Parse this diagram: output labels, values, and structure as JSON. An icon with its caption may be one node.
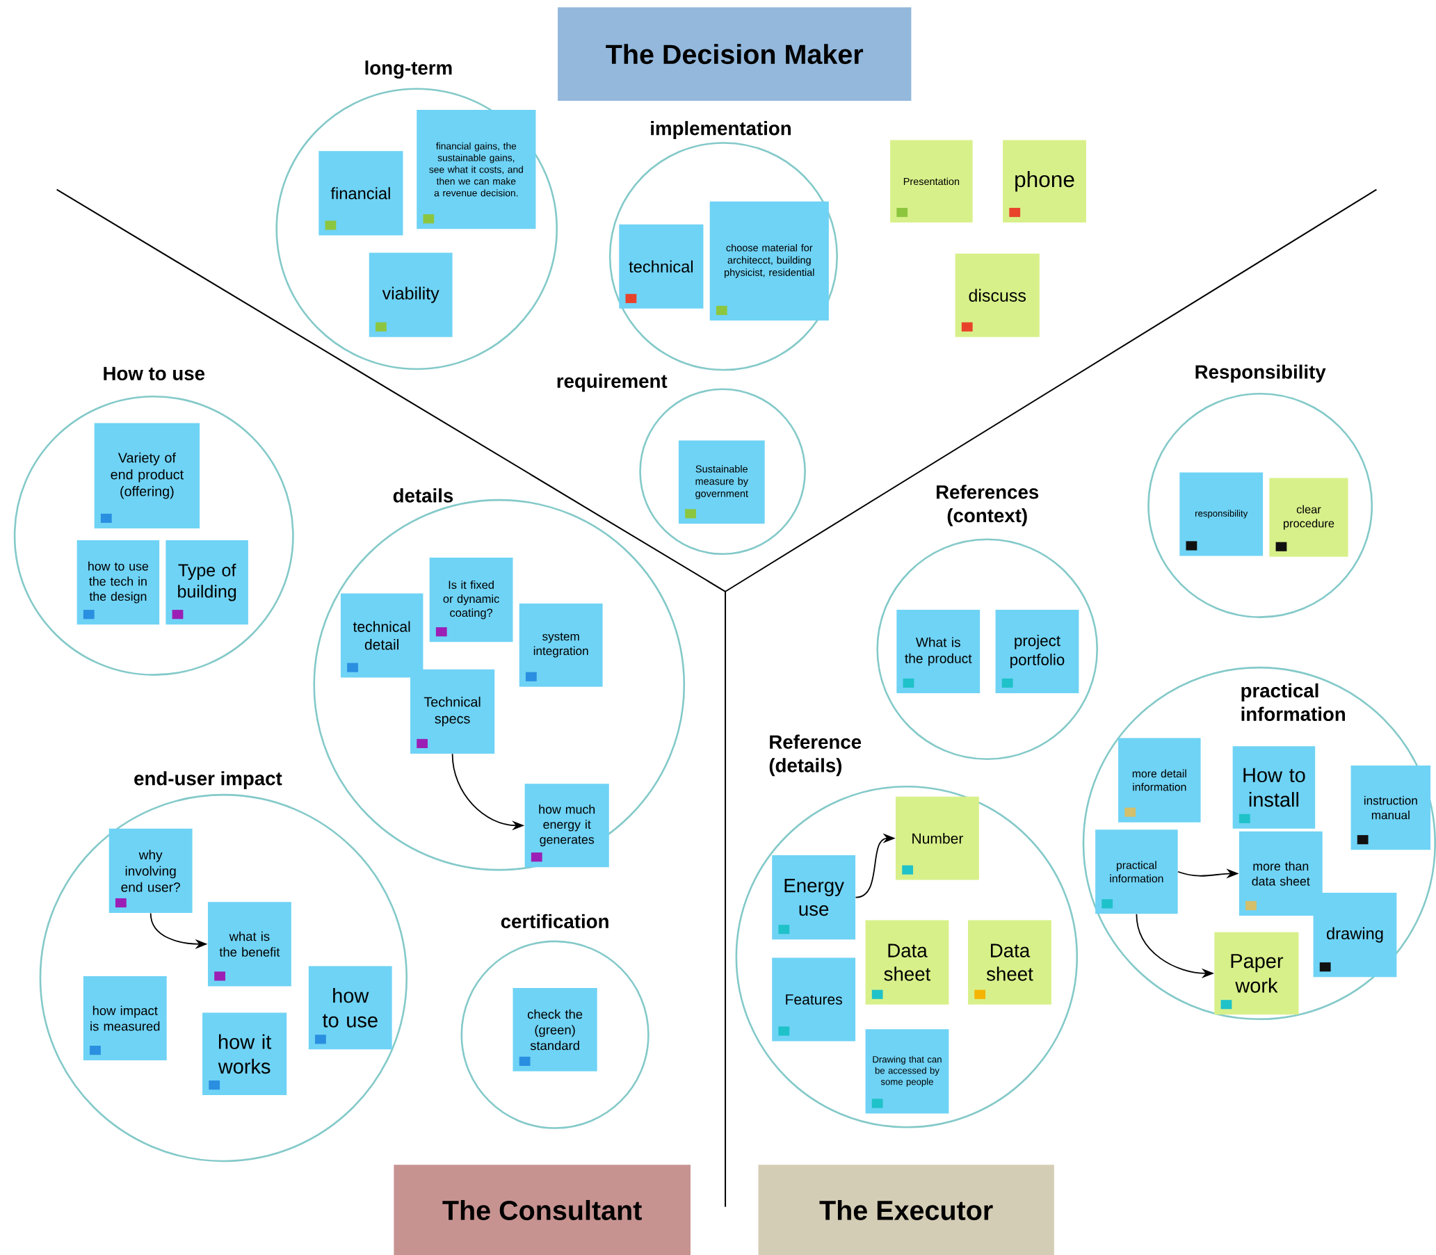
{
  "diagram": {
    "nodes": [
      {
        "text": [
          "The Decision Maker"
        ]
      },
      {
        "text": [
          "long-term"
        ]
      },
      {
        "text": [
          "financial"
        ],
        "in": 1
      },
      {
        "text": [
          "financial gains, the sustainable gains, see what it costs, and then we can make a revenue decision."
        ],
        "in": 1
      },
      {
        "text": [
          "viability"
        ],
        "in": 1
      },
      {
        "text": [
          "implementation"
        ]
      },
      {
        "text": [
          "technical"
        ],
        "in": 5
      },
      {
        "text": [
          "choose material for architecct, building physicist, residential"
        ],
        "in": 5
      },
      {
        "text": [
          "Presentation"
        ]
      },
      {
        "text": [
          "phone"
        ]
      },
      {
        "text": [
          "discuss"
        ]
      },
      {
        "text": [
          "How to use"
        ]
      },
      {
        "text": [
          "Variety of end product (offering)"
        ],
        "in": 11
      },
      {
        "text": [
          "how to use the tech in the design"
        ],
        "in": 11
      },
      {
        "text": [
          "Type of building"
        ],
        "in": 11
      },
      {
        "text": [
          "requirement"
        ]
      },
      {
        "text": [
          "Sustainable measure by government"
        ],
        "in": 15
      },
      {
        "text": [
          "Responsibility"
        ]
      },
      {
        "text": [
          "responsibility"
        ],
        "in": 17
      },
      {
        "text": [
          "clear procedure"
        ],
        "in": 17
      },
      {
        "text": [
          "details"
        ]
      },
      {
        "text": [
          "technical detail"
        ],
        "in": 20
      },
      {
        "text": [
          "Is it fixed or dynamic coating?"
        ],
        "in": 20
      },
      {
        "text": [
          "system integration"
        ],
        "in": 20
      },
      {
        "text": [
          "Technical specs"
        ],
        "in": 20
      },
      {
        "text": [
          "how much energy it generates"
        ],
        "in": 20
      },
      {
        "text": [
          "References (context)"
        ]
      },
      {
        "text": [
          "What is the product"
        ],
        "in": 26
      },
      {
        "text": [
          "project portfolio"
        ],
        "in": 26
      },
      {
        "text": [
          "practical information"
        ]
      },
      {
        "text": [
          "more detail information"
        ],
        "in": 29
      },
      {
        "text": [
          "How to install"
        ],
        "in": 29
      },
      {
        "text": [
          "instruction manual"
        ],
        "in": 29
      },
      {
        "text": [
          "practical information"
        ],
        "in": 29
      },
      {
        "text": [
          "more than data sheet"
        ],
        "in": 29
      },
      {
        "text": [
          "drawing"
        ],
        "in": 29
      },
      {
        "text": [
          "Paper work"
        ],
        "in": 29
      },
      {
        "text": [
          "Reference (details)"
        ]
      },
      {
        "text": [
          "Energy use"
        ],
        "in": 37
      },
      {
        "text": [
          "Number"
        ],
        "in": 37
      },
      {
        "text": [
          "Features"
        ],
        "in": 37
      },
      {
        "text": [
          "Data sheet"
        ],
        "in": 37
      },
      {
        "text": [
          "Data sheet"
        ],
        "in": 37
      },
      {
        "text": [
          "Drawing that can be accessed by some people"
        ],
        "in": 37
      },
      {
        "text": [
          "end-user impact"
        ]
      },
      {
        "text": [
          "why involving end user?"
        ],
        "in": 44
      },
      {
        "text": [
          "what is the benefit"
        ],
        "in": 44
      },
      {
        "text": [
          "how impact is measured"
        ],
        "in": 44
      },
      {
        "text": [
          "how it works"
        ],
        "in": 44
      },
      {
        "text": [
          "how to use"
        ],
        "in": 44
      },
      {
        "text": [
          "certification"
        ]
      },
      {
        "text": [
          "check the (green) standard"
        ],
        "in": 50
      },
      {
        "text": [
          "The Consultant"
        ]
      },
      {
        "text": [
          "The Executor"
        ]
      }
    ],
    "edges": [
      {
        "from": 24,
        "to": 25,
        "arrow": "to"
      },
      {
        "from": 45,
        "to": 46,
        "arrow": "to"
      },
      {
        "from": 38,
        "to": 39,
        "arrow": "to"
      },
      {
        "from": 33,
        "to": 34,
        "arrow": "to"
      },
      {
        "from": 33,
        "to": 36,
        "arrow": "to"
      }
    ]
  }
}
